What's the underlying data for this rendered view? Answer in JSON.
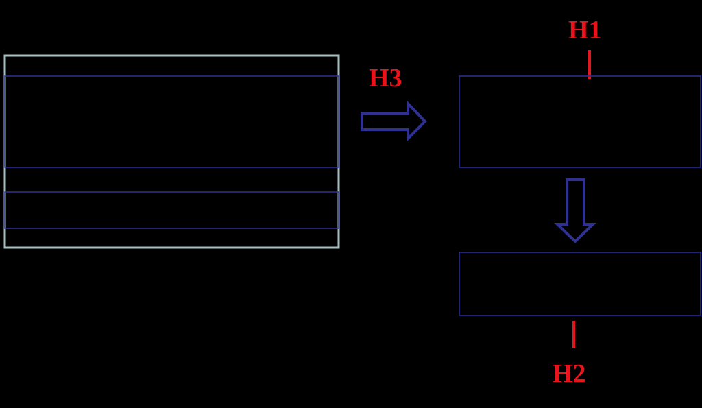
{
  "colors": {
    "background": "#000000",
    "outer_frame": "#a9bfbf",
    "box_stroke": "#2f2f9a",
    "arrow_stroke": "#2e3192",
    "label": "#e8141b",
    "marker": "#e8141b"
  },
  "labels": {
    "h1": "H1",
    "h2": "H2",
    "h3": "H3"
  },
  "icons": {
    "right_arrow": "hollow-right-arrow-icon",
    "down_arrow": "hollow-down-arrow-icon"
  }
}
